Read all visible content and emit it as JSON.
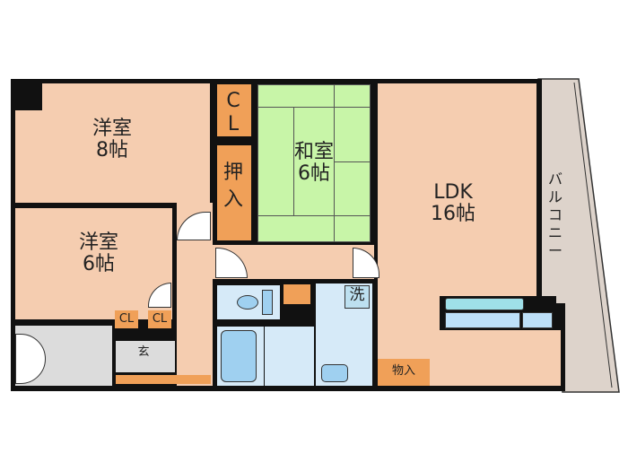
{
  "colors": {
    "room": "#f5cdb0",
    "tatami": "#c8f5a8",
    "storage": "#f0a058",
    "wet": "#d6eaf8",
    "entry": "#dcdcdc",
    "balcony": "#ddd3cb",
    "wall": "#111111"
  },
  "rooms": {
    "western8": {
      "name": "洋室",
      "size": "8帖"
    },
    "western6": {
      "name": "洋室",
      "size": "6帖"
    },
    "japanese": {
      "name": "和室",
      "size": "6帖"
    },
    "ldk": {
      "name": "LDK",
      "size": "16帖"
    },
    "closet_top": {
      "label": "CL"
    },
    "oshiire": {
      "label": "押入"
    },
    "cl1": {
      "label": "CL"
    },
    "cl2": {
      "label": "CL"
    },
    "entrance": {
      "label": "玄"
    },
    "laundry": {
      "label": "洗"
    },
    "storage": {
      "label": "物入"
    },
    "balcony": {
      "label": "バルコニー"
    }
  }
}
